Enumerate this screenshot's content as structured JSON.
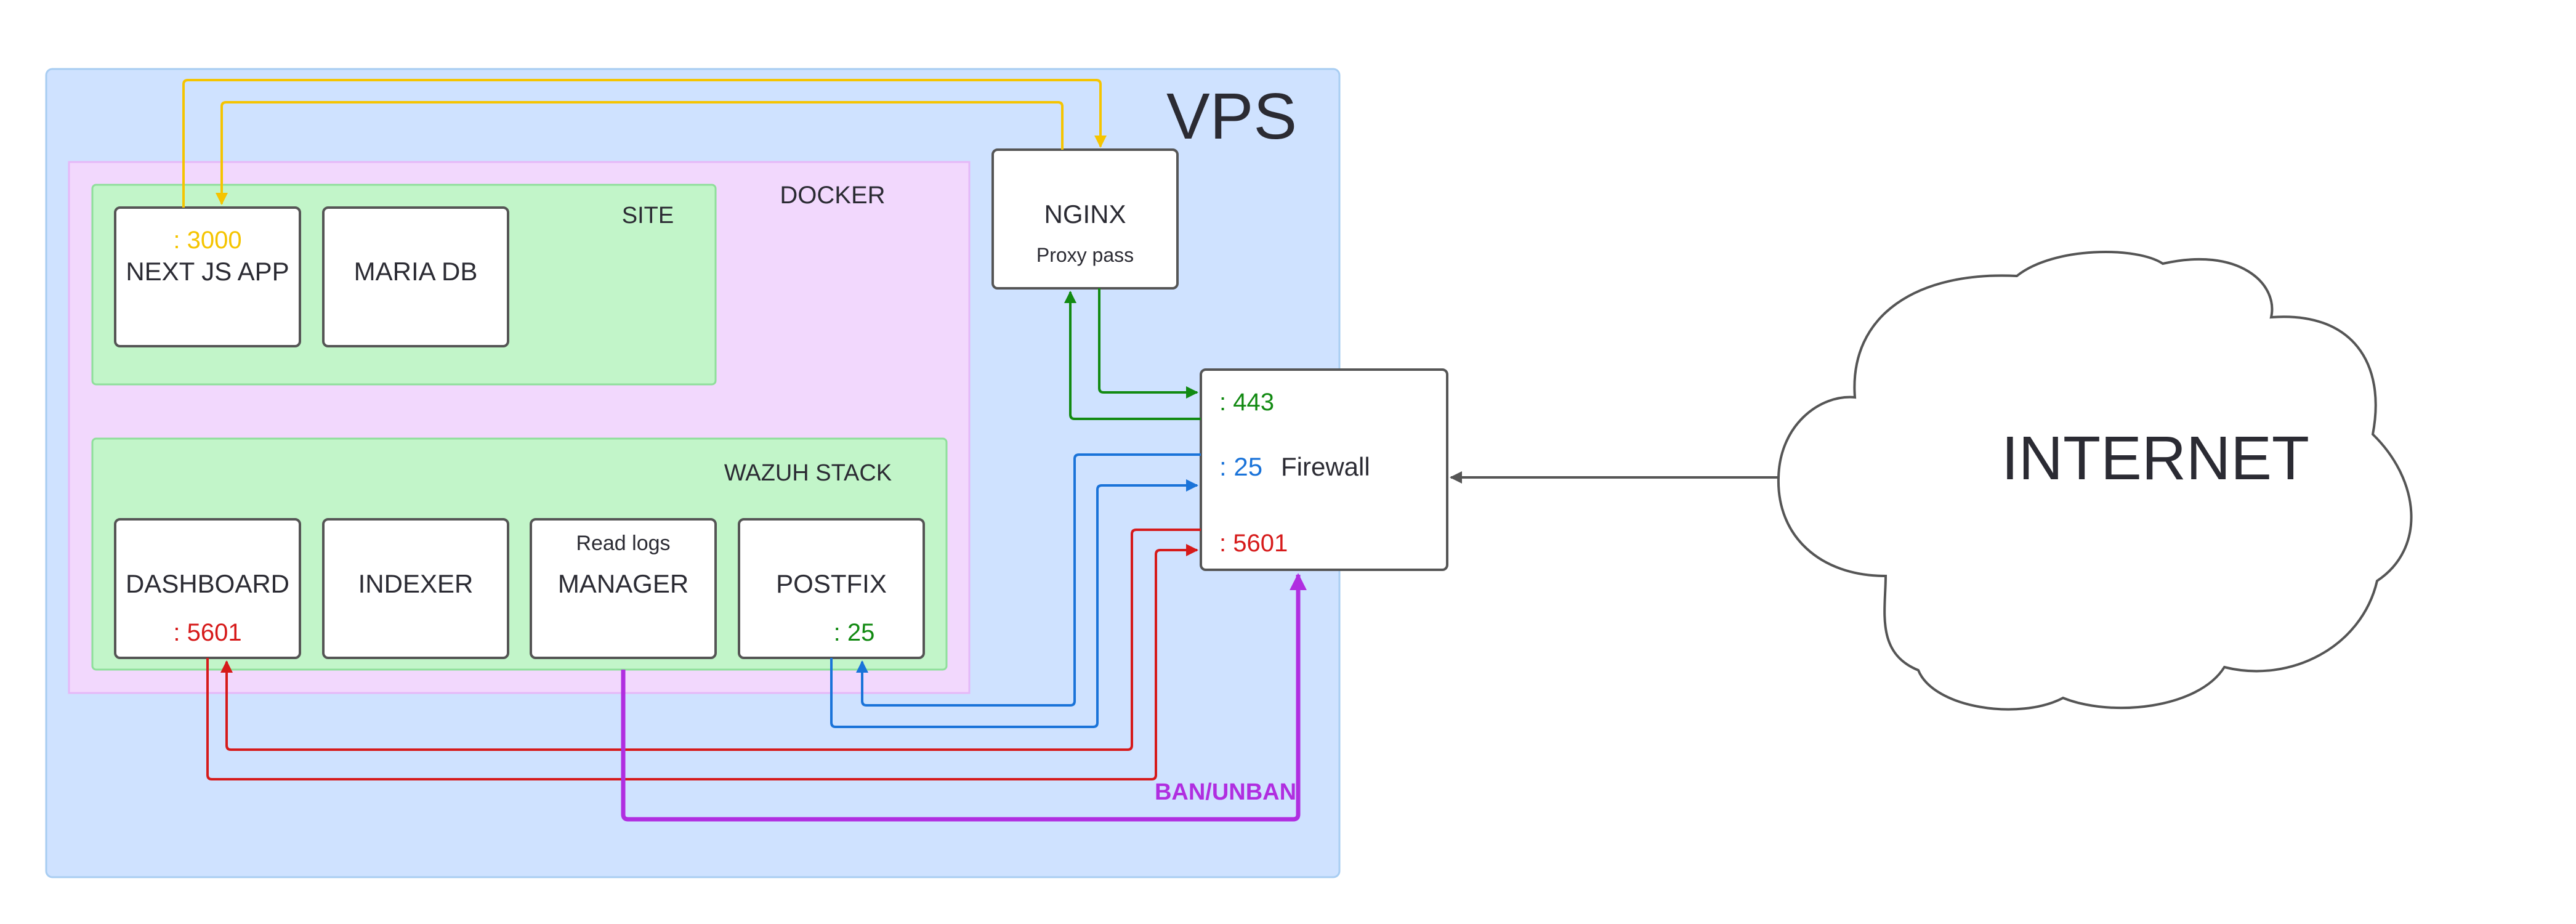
{
  "vps": {
    "label": "VPS"
  },
  "docker": {
    "label": "DOCKER"
  },
  "site": {
    "label": "SITE",
    "nextjs": {
      "port": ": 3000",
      "label": "NEXT JS APP"
    },
    "mariadb": {
      "label": "MARIA DB"
    }
  },
  "wazuh": {
    "label": "WAZUH STACK",
    "dashboard": {
      "label": "DASHBOARD",
      "port": ": 5601"
    },
    "indexer": {
      "label": "INDEXER"
    },
    "manager": {
      "label": "MANAGER",
      "note": "Read logs"
    },
    "postfix": {
      "label": "POSTFIX",
      "port": ": 25"
    }
  },
  "nginx": {
    "label": "NGINX",
    "sub": "Proxy pass"
  },
  "firewall": {
    "label": "Firewall",
    "port_https": ": 443",
    "port_smtp": ": 25",
    "port_dashboard": ": 5601"
  },
  "internet": {
    "label": "INTERNET"
  },
  "edges": {
    "ban_label": "BAN/UNBAN"
  },
  "colors": {
    "vps_fill": "#cfe2ff",
    "docker_fill": "#f2d8fd",
    "group_fill": "#c2f5c9",
    "yellow": "#f5c400",
    "green": "#128a12",
    "blue": "#1a73d9",
    "red": "#d61a1a",
    "purple": "#b02ee0"
  }
}
